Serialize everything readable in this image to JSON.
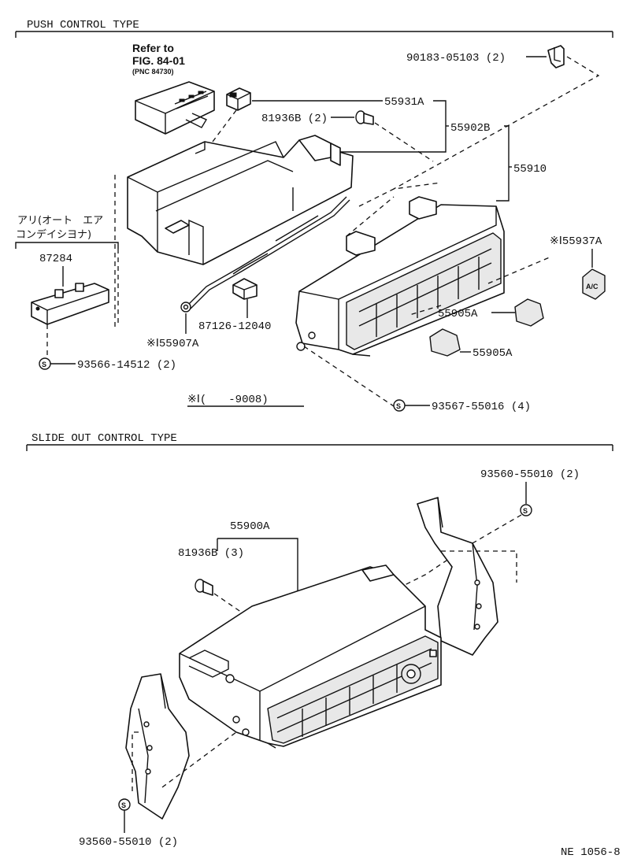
{
  "sections": {
    "push": "PUSH CONTROL TYPE",
    "slide": "SLIDE OUT CONTROL TYPE"
  },
  "refer": {
    "line1": "Refer to",
    "line2": "FIG. 84-01",
    "line3": "(PNC 84730)"
  },
  "japanese": {
    "line1": "アリ(オート　エア",
    "line2": "コンデイシヨナ)"
  },
  "parts": {
    "p90183": "90183-05103 (2)",
    "p55931A": "55931A",
    "p81936B_2": "81936B (2)",
    "p55902B": "55902B",
    "p55910": "55910",
    "p55937A": "※Ⅰ55937A",
    "p87284": "87284",
    "p55905A_1": "55905A",
    "p55905A_2": "55905A",
    "p87126": "87126-12040",
    "p55907A": "※Ⅰ55907A",
    "p93566": "93566-14512 (2)",
    "p93567": "93567-55016 (4)",
    "note": "※Ⅰ(　　-9008)",
    "p93560_top": "93560-55010 (2)",
    "p55900A": "55900A",
    "p81936B_3": "81936B (3)",
    "p93560_bottom": "93560-55010 (2)",
    "figure_id": "NE 1056-8"
  },
  "markers": {
    "s": "S",
    "ac": "A/C"
  }
}
